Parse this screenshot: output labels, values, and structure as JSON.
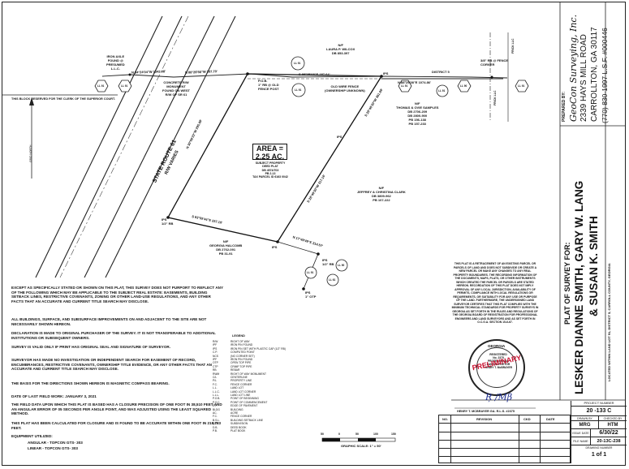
{
  "header": {
    "block_reserved": "THIS BLOCK RESERVED FOR THE CLERK OF THE SUPERIOR COURT.",
    "north_label": "GRID NORTH"
  },
  "map": {
    "area_label": "AREA =",
    "area_value": "2.25 AC.",
    "subject_lines": [
      "SUBJECT PROPERTY",
      "DEED PLAT",
      "DB 4574/703",
      "PB 2-13",
      "TAX PARCEL ID 6163 0042"
    ],
    "road_name": "STATE ROUTE 61",
    "road_sub": "R/W VARIES",
    "labels": [
      {
        "id": "iron-axle",
        "lines": [
          "IRON AXLE",
          "FOUND @",
          "PRESUMED",
          "L.L.C."
        ]
      },
      {
        "id": "concrete-rw",
        "lines": [
          "CONCRETE R/W",
          "MONUMENT",
          "FOUND ON WEST",
          "R/W OF SR 61"
        ]
      },
      {
        "id": "pob",
        "lines": [
          "P.O.B.",
          "1\" RB @ OLD",
          "FENCE POST"
        ]
      },
      {
        "id": "old-wire",
        "lines": [
          "OLD WIRE FENCE",
          "(OWNERSHIP UNKNOWN)"
        ]
      },
      {
        "id": "wilcox",
        "lines": [
          "N/F",
          "LAURA P. WILCOX",
          "DB 853-397"
        ]
      },
      {
        "id": "district",
        "lines": [
          "DISTRICT 5"
        ]
      },
      {
        "id": "pob2",
        "lines": [
          "3/8\" RB @ FENCE",
          "CORNER"
        ]
      },
      {
        "id": "samples",
        "lines": [
          "N/F",
          "THOMAS & OVIE SAMPLES",
          "DB 2706-209",
          "DB 2800-900",
          "PB 156-138",
          "PB 157-233"
        ]
      },
      {
        "id": "clark",
        "lines": [
          "N/F",
          "JEFFREY & CHRISTINA CLARK",
          "DB 3809-962",
          "PB 107-222"
        ]
      },
      {
        "id": "halcomb",
        "lines": [
          "N/F",
          "GEORGIA HALCOMB",
          "DB 2762-091",
          "PB 31-91"
        ]
      },
      {
        "id": "ips1",
        "lines": [
          "IPS",
          "1/2\" RB"
        ]
      },
      {
        "id": "ips2",
        "lines": [
          "IPS"
        ]
      },
      {
        "id": "rb1",
        "lines": [
          "IPS",
          "1/2\" RB"
        ]
      },
      {
        "id": "otp",
        "lines": [
          "IPS",
          "1\" OTP"
        ]
      },
      {
        "id": "ips3",
        "lines": [
          "IPS"
        ]
      },
      {
        "id": "ips4",
        "lines": [
          "IPS"
        ]
      }
    ],
    "bearings": [
      {
        "id": "b1",
        "text": "N 84°24'04\"W  1342.08'"
      },
      {
        "id": "b2",
        "text": "N 88°26'56\"W  207.70'"
      },
      {
        "id": "b3",
        "text": "S 88°25'08\"E  287.64'"
      },
      {
        "id": "b4",
        "text": "N 88°25'08\"E  1074.86'"
      },
      {
        "id": "b5",
        "text": "S 28°40'30\"W  361.99'"
      },
      {
        "id": "b6",
        "text": "S 28°40'30\"W  317.16'"
      },
      {
        "id": "b7",
        "text": "S 83°59'44\"E  257.10'"
      },
      {
        "id": "b8",
        "text": "N 17°49'49\"E  214.57'"
      },
      {
        "id": "b9",
        "text": "N 30°06'22\"W  295.68'"
      }
    ],
    "circle_tags": [
      "LL 91",
      "LL 91",
      "LL 91",
      "LL 90",
      "LL 91",
      "LL 61"
    ],
    "hex_tags": [
      "LL 91",
      "LL 91",
      "LL 91",
      "LL 90",
      "LL 91"
    ],
    "chain_label": "FRICK LLC",
    "chain_label2": "FRICK LLC"
  },
  "notes": [
    "EXCEPT AS SPECIFICALLY STATED OR SHOWN ON THIS PLAT, THIS SURVEY DOES NOT PURPORT TO REFLECT ANY OF THE FOLLOWING WHICH MAY BE APPLICABLE TO THE SUBJECT REAL ESTATE: EASEMENTS, BUILDING SETBACK LINES, RESTRICTIVE COVENANTS, ZONING OR OTHER LAND-USE REGULATIONS, AND ANY OTHER FACTS THAT AN ACCURATE AND CURRENT TITLE SEARCH MAY DISCLOSE.",
    "ALL BUILDINGS, SURFACE, AND SUBSURFACE IMPROVEMENTS ON AND ADJACENT TO THE SITE ARE NOT NECESSARILY SHOWN HEREON.",
    "DECLARATION IS MADE TO ORIGINAL PURCHASER OF THE SURVEY. IT IS NOT TRANSFERABLE TO ADDITIONAL INSTITUTIONS OR SUBSEQUENT OWNERS.",
    "SURVEY IS VALID ONLY IF PRINT HAS ORIGINAL SEAL AND SIGNATURE OF SURVEYOR.",
    "SURVEYOR HAS MADE NO INVESTIGATION OR INDEPENDENT SEARCH FOR EASEMENT OF RECORD, ENCUMBRANCES, RESTRICTIVE COVENANTS, OWNERSHIP TITLE EVIDENCE, OR ANY OTHER FACTS THAT AN ACCURATE AND CURRENT TITLE SEARCH MAY DISCLOSE.",
    "THE BASIS FOR THE DIRECTIONS SHOWN HEREON IS MAGNETIC COMPASS BEARING.",
    "DATE OF LAST FIELD WORK: JANUARY 3, 2021",
    "THE FIELD DATA UPON WHICH THIS PLAT IS BASED HAS A CLOSURE PRECISION OF ONE FOOT IN 38,510 FEET AND AN ANGULAR ERROR OF 05 SECONDS PER ANGLE POINT, AND WAS ADJUSTED USING THE LEAST SQUARED METHOD.",
    "THIS PLAT HAS BEEN CALCULATED FOR CLOSURE AND IS FOUND TO BE ACCURATE WITHIN ONE FOOT IN 218,783 FEET.",
    "EQUIPMENT UTILIZED:",
    "ANGULAR - TOPCON GTS- 303",
    "LINEAR - TOPCON GTS- 303"
  ],
  "legend": {
    "title": "LEGEND",
    "rows": [
      [
        "R/W",
        "RIGHT OF WAY"
      ],
      [
        "IPF",
        "IRON PIN FOUND"
      ],
      [
        "IPS",
        "IRON PIN SET WITH PLASTIC CAP (1/2\" RB)"
      ],
      [
        "C.P.",
        "COMPUTED POINT"
      ],
      [
        "NCS",
        "(NO CORNER SET)"
      ],
      [
        "IPF",
        "IRON PIN FOUND"
      ],
      [
        "OTP",
        "OPEN TOP PIPE"
      ],
      [
        "CTP",
        "CRIMP TOP PIPE"
      ],
      [
        "RB",
        "REBAR"
      ],
      [
        "RWM",
        "RIGHT OF WAY MONUMENT"
      ],
      [
        "C/L",
        "CENTERLINE"
      ],
      [
        "P/L",
        "PROPERTY LINE"
      ],
      [
        "F.C.",
        "FENCE CORNER"
      ],
      [
        "L.L.",
        "LAND LOT"
      ],
      [
        "L.L.C.",
        "LAND LOT CORNER"
      ],
      [
        "L.L.L.",
        "LAND LOT LINE"
      ],
      [
        "P.O.B.",
        "POINT OF BEGINNING"
      ],
      [
        "P.O.C.",
        "POINT OF COMMENCEMENT"
      ],
      [
        "E.P.",
        "EDGE OF PAVEMENT"
      ],
      [
        "BLDG",
        "BUILDING"
      ],
      [
        "AC.",
        "ACRE"
      ],
      [
        "F.C.",
        "FENCE CORNER"
      ],
      [
        "B.S.L.",
        "BUILDING SETBACK LINE"
      ],
      [
        "S/D",
        "SUBDIVISION"
      ],
      [
        "D.B.",
        "DEED BOOK"
      ],
      [
        "P.B.",
        "PLAT BOOK"
      ]
    ]
  },
  "certification": "THIS PLAT IS A RETRACEMENT OF AN EXISTING PARCEL OR PARCELS OF LAND AND DOES NOT SUBDIVIDE OR CREATE A NEW PARCEL OR MAKE ANY CHANGES TO ANY REAL PROPERTY BOUNDARIES. THE RECORDING INFORMATION OF THE DOCUMENTS, MAPS, PLATS, OR OTHER INSTRUMENTS WHICH CREATED THE PARCEL OR PARCELS ARE STATED HEREON. RECORDATION OF THIS PLAT DOES NOT IMPLY APPROVAL OF ANY LOCAL JURISDICTION, AVAILABILITY OF PERMITS, COMPLIANCE WITH LOCAL REGULATIONS OR REQUIREMENTS, OR SUITABILITY FOR ANY USE OR PURPOSE OF THE LAND. FURTHERMORE, THE UNDERSIGNED LAND SURVEYOR CERTIFIES THAT THIS PLAT COMPLIES WITH THE MINIMUM TECHNICAL STANDARDS FOR PROPERTY SURVEYS IN GEORGIA AS SET FORTH IN THE RULES AND REGULATIONS OF THE GEORGIA BOARD OF REGISTRATION FOR PROFESSIONAL ENGINEERS AND LAND SURVEYORS AND AS SET FORTH IN O.C.G.A. SECTION 15-6-67.",
  "stamp": {
    "top_text": "GEORGIA",
    "overlay": "PRELIMINARY",
    "lines": [
      "REGISTERED",
      "No. 2375",
      "PROFESSIONAL",
      "LAND SURVEYOR",
      "HENRY T. McBRAYER"
    ]
  },
  "signature": {
    "mark": "Ŗ /Mβ",
    "line": "HENRY T. MCBRAYER     GA.    R.L.S.   #2375"
  },
  "title_block": {
    "prepared_by": "PREPARED BY:",
    "company": "GeoCon Surveying, Inc.",
    "address1": "2339 HAYS MILL ROAD",
    "address2": "CARROLLTON, GA 30117",
    "phone": "(770) 830-1997  L.S.F. #000446",
    "plat_for": "PLAT OF SURVEY FOR:",
    "owners1": "LESKER DIANNE SMITH, GARY W. LANG",
    "owners2": "& SUSAN K. SMITH",
    "location": "LOCATED WITHIN LAND LOT 91, DISTRICT 5, CARROLL COUNTY, GEORGIA"
  },
  "revision_table": {
    "headers": [
      "NO.",
      "REVISION",
      "CKD",
      "DATE"
    ]
  },
  "right_table": {
    "project_label": "PROJECT NUMBER",
    "project_value": "20 -133 C",
    "drawn_label": "DRAWN BY",
    "drawn_value": "MRG",
    "checked_label": "CHECKED BY",
    "checked_value": "HTM",
    "issue_label": "ISSUE DATE",
    "issue_value": "6/30/22",
    "file_label": "FILE NAME",
    "file_value": "20-13C-238",
    "drawing_label": "DRAWING NUMBER",
    "drawing_value": "1 of 1"
  },
  "scale": {
    "ticks": [
      "50",
      "0",
      "50",
      "100",
      "150"
    ],
    "caption": "GRAPHIC SCALE: 1\" = 50'"
  }
}
